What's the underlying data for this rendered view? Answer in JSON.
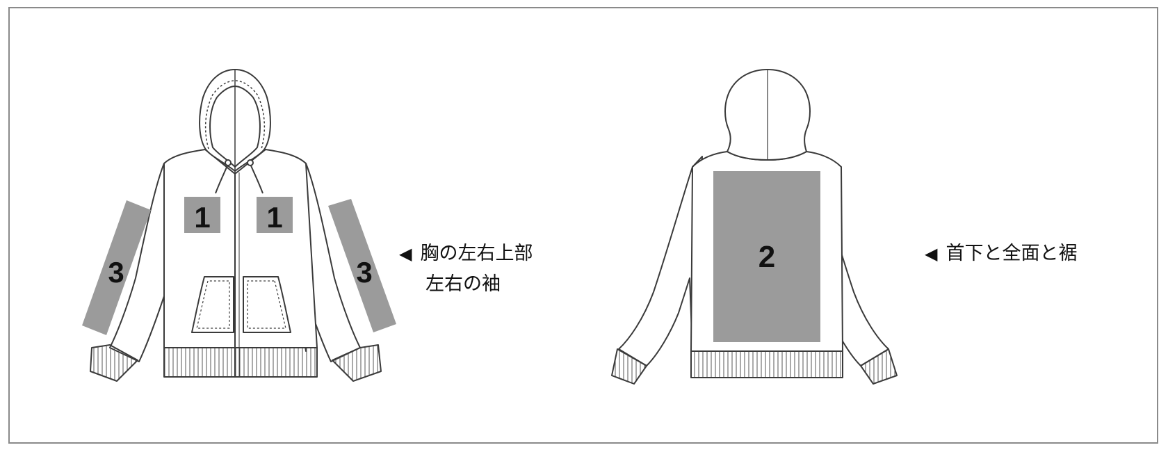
{
  "colors": {
    "frame_border": "#8a8a8a",
    "zone_fill": "#9b9b9b",
    "outline": "#3a3a3a",
    "text": "#111111"
  },
  "front_view": {
    "zones": [
      {
        "label": "1",
        "area": "left chest"
      },
      {
        "label": "1",
        "area": "right chest"
      },
      {
        "label": "3",
        "area": "left sleeve"
      },
      {
        "label": "3",
        "area": "right sleeve"
      }
    ],
    "caption": {
      "arrow": "◀",
      "line1": "胸の左右上部",
      "line2": "左右の袖"
    }
  },
  "back_view": {
    "zones": [
      {
        "label": "2",
        "area": "back body"
      }
    ],
    "caption": {
      "arrow": "◀",
      "line1": "首下と全面と裾"
    }
  }
}
